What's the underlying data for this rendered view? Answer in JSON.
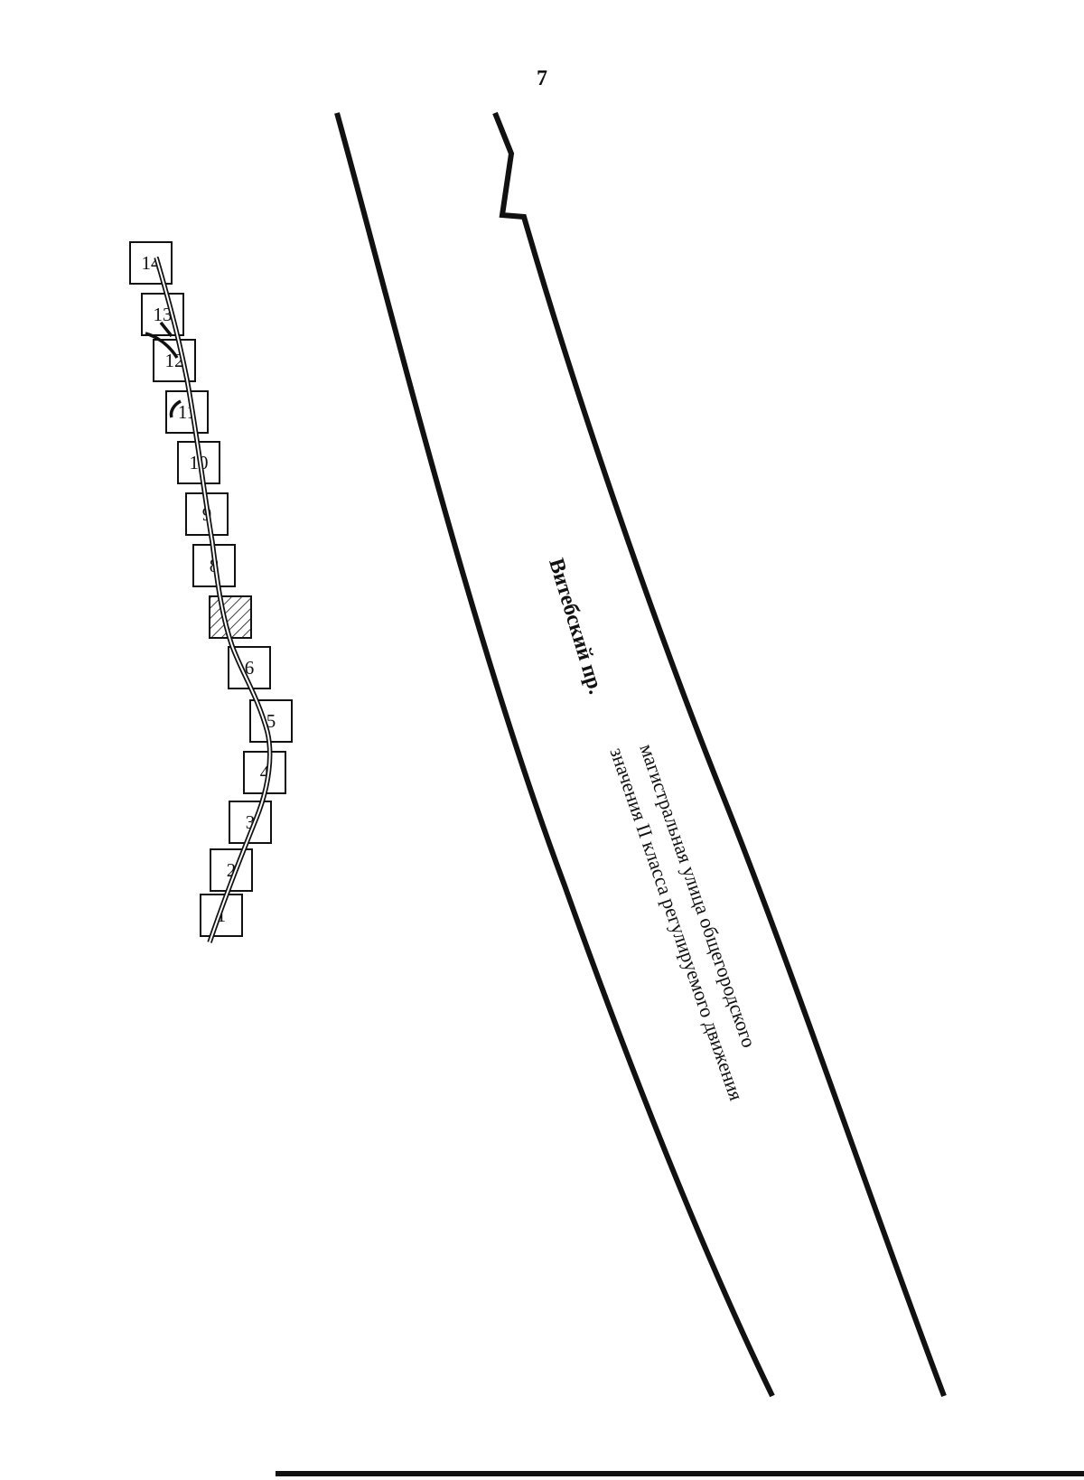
{
  "page_number": "7",
  "street_name": "Витебский пр.",
  "road_class": {
    "line1": "магистральная улица общегородского",
    "line2": "значения II класса регулируемого движения"
  },
  "plots": [
    {
      "label": "1"
    },
    {
      "label": "2"
    },
    {
      "label": "3"
    },
    {
      "label": "4"
    },
    {
      "label": "5"
    },
    {
      "label": "6"
    },
    {
      "label": "",
      "hatched": true
    },
    {
      "label": "8"
    },
    {
      "label": "9"
    },
    {
      "label": "10"
    },
    {
      "label": "11"
    },
    {
      "label": "12"
    },
    {
      "label": "13"
    },
    {
      "label": "14"
    }
  ],
  "colors": {
    "ink": "#111111",
    "paper": "#ffffff"
  }
}
